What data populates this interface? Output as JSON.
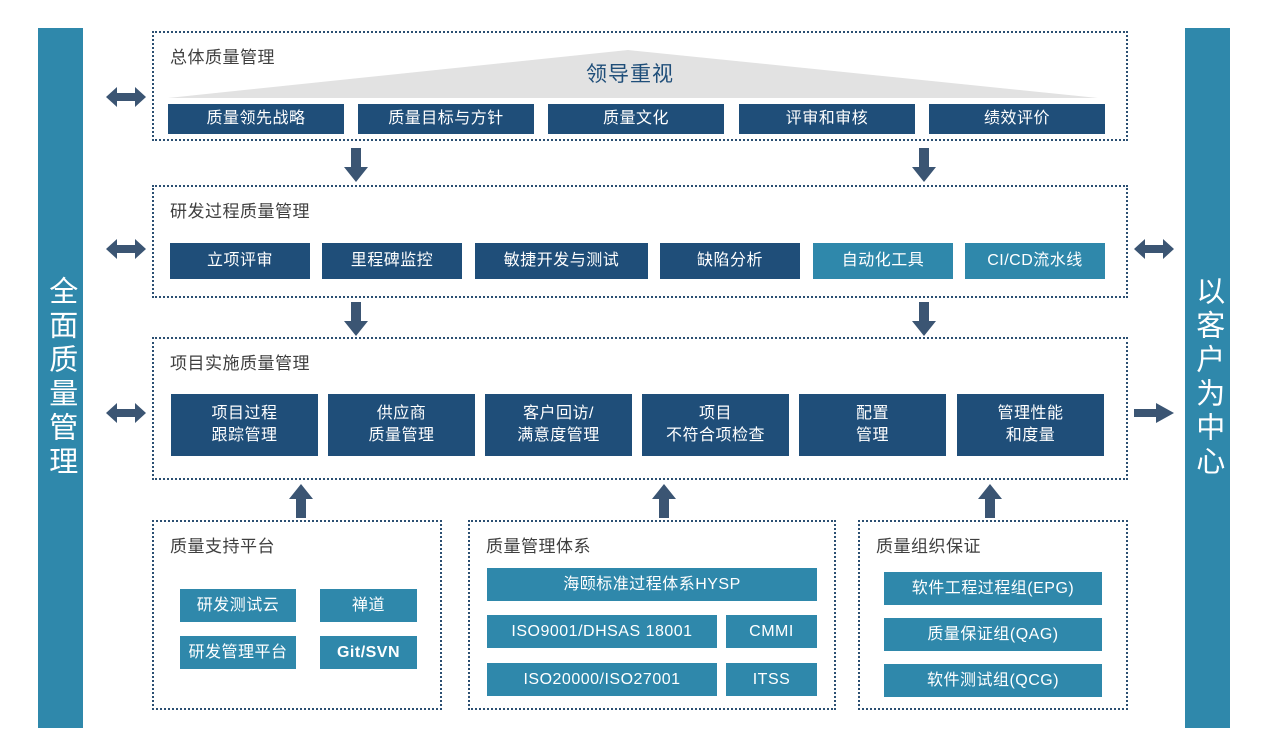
{
  "sides": {
    "left": {
      "label": "全面质量管理"
    },
    "right": {
      "label": "以客户为中心"
    }
  },
  "pyramid": {
    "label": "领导重视"
  },
  "sections": [
    {
      "id": "overall",
      "title": "总体质量管理",
      "items": [
        {
          "label": "质量领先战略",
          "color": "navy"
        },
        {
          "label": "质量目标与方针",
          "color": "navy"
        },
        {
          "label": "质量文化",
          "color": "navy"
        },
        {
          "label": "评审和审核",
          "color": "navy"
        },
        {
          "label": "绩效评价",
          "color": "navy"
        }
      ]
    },
    {
      "id": "rnd-process",
      "title": "研发过程质量管理",
      "items": [
        {
          "label": "立项评审",
          "color": "navy"
        },
        {
          "label": "里程碑监控",
          "color": "navy"
        },
        {
          "label": "敏捷开发与测试",
          "color": "navy"
        },
        {
          "label": "缺陷分析",
          "color": "navy"
        },
        {
          "label": "自动化工具",
          "color": "teal"
        },
        {
          "label": "CI/CD流水线",
          "color": "teal"
        }
      ]
    },
    {
      "id": "project-impl",
      "title": "项目实施质量管理",
      "items": [
        {
          "label": "项目过程\n跟踪管理",
          "color": "navy"
        },
        {
          "label": "供应商\n质量管理",
          "color": "navy"
        },
        {
          "label": "客户回访/\n满意度管理",
          "color": "navy"
        },
        {
          "label": "项目\n不符合项检查",
          "color": "navy"
        },
        {
          "label": "配置\n管理",
          "color": "navy"
        },
        {
          "label": "管理性能\n和度量",
          "color": "navy"
        }
      ]
    }
  ],
  "foundations": [
    {
      "id": "support-platform",
      "title": "质量支持平台",
      "items": [
        {
          "label": "研发测试云",
          "color": "teal",
          "bold": false
        },
        {
          "label": "禅道",
          "color": "teal",
          "bold": false
        },
        {
          "label": "研发管理平台",
          "color": "teal",
          "bold": false
        },
        {
          "label": "Git/SVN",
          "color": "teal",
          "bold": true
        }
      ]
    },
    {
      "id": "management-system",
      "title": "质量管理体系",
      "items": [
        {
          "label": "海颐标准过程体系HYSP",
          "color": "teal",
          "bold": false
        },
        {
          "label": "ISO9001/DHSAS 18001",
          "color": "teal",
          "bold": false
        },
        {
          "label": "CMMI",
          "color": "teal",
          "bold": false
        },
        {
          "label": "ISO20000/ISO27001",
          "color": "teal",
          "bold": false
        },
        {
          "label": "ITSS",
          "color": "teal",
          "bold": false
        }
      ]
    },
    {
      "id": "org-assurance",
      "title": "质量组织保证",
      "items": [
        {
          "label": "软件工程过程组(EPG)",
          "color": "teal",
          "bold": false
        },
        {
          "label": "质量保证组(QAG)",
          "color": "teal",
          "bold": false
        },
        {
          "label": "软件测试组(QCG)",
          "color": "teal",
          "bold": false
        }
      ]
    }
  ],
  "arrows": {
    "left_overall": "double-arrow-horizontal-icon",
    "left_rnd": "double-arrow-horizontal-icon",
    "left_project": "double-arrow-horizontal-icon",
    "right_rnd": "double-arrow-horizontal-icon",
    "right_project": "arrow-right-icon",
    "down_1a": "arrow-down-icon",
    "down_1b": "arrow-down-icon",
    "down_2a": "arrow-down-icon",
    "down_2b": "arrow-down-icon",
    "up_1": "arrow-up-icon",
    "up_2": "arrow-up-icon",
    "up_3": "arrow-up-icon"
  },
  "colors": {
    "navy": "#1f4e79",
    "teal": "#2f88ab",
    "arrow": "#3b5573",
    "dotted_border": "#2b4f72",
    "triangle": "#e2e2e2",
    "title_text": "#3f3f3f"
  }
}
